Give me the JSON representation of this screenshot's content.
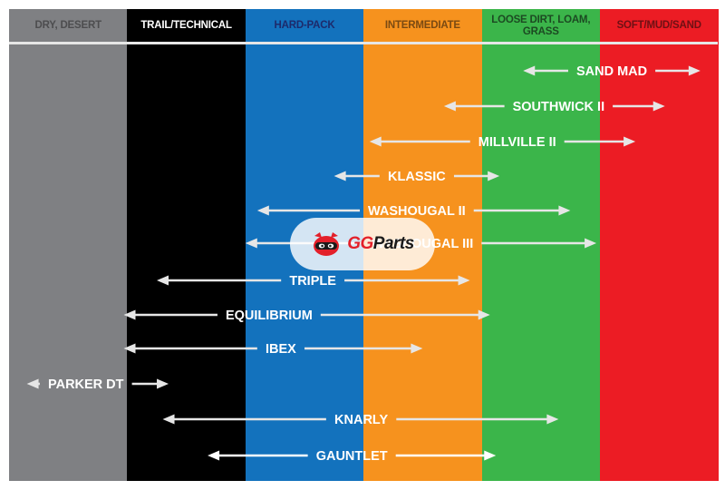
{
  "columns": [
    {
      "label": "DRY, DESERT",
      "bg": "#7f8083",
      "text_color": "#4d4d4f"
    },
    {
      "label": "TRAIL/TECHNICAL",
      "bg": "#000000",
      "text_color": "#ffffff"
    },
    {
      "label": "HARD-PACK",
      "bg": "#1372bd",
      "text_color": "#1d2a6b"
    },
    {
      "label": "INTERMEDIATE",
      "bg": "#f6921e",
      "text_color": "#7a4a12"
    },
    {
      "label": "LOOSE DIRT, LOAM, GRASS",
      "bg": "#3bb54a",
      "text_color": "#1c4a22"
    },
    {
      "label": "SOFT/MUD/SAND",
      "bg": "#ec1c24",
      "text_color": "#6e1014"
    }
  ],
  "tires": [
    {
      "name": "SAND MAD",
      "from": 4.35,
      "to": 5.85,
      "label_at": 5.1
    },
    {
      "name": "SOUTHWICK II",
      "from": 3.68,
      "to": 5.55,
      "label_at": 4.65
    },
    {
      "name": "MILLVILLE II",
      "from": 3.05,
      "to": 5.3,
      "label_at": 4.3
    },
    {
      "name": "KLASSIC",
      "from": 2.75,
      "to": 4.15,
      "label_at": 3.45
    },
    {
      "name": "WASHOUGAL II",
      "from": 2.1,
      "to": 4.75,
      "label_at": 3.45
    },
    {
      "name": "WASHOUGAL III",
      "from": 2.0,
      "to": 4.97,
      "label_at": 3.5
    },
    {
      "name": "TRIPLE",
      "from": 1.25,
      "to": 3.9,
      "label_at": 2.57
    },
    {
      "name": "EQUILIBRIUM",
      "from": 0.97,
      "to": 4.07,
      "label_at": 2.2
    },
    {
      "name": "IBEX",
      "from": 0.97,
      "to": 3.5,
      "label_at": 2.3
    },
    {
      "name": "PARKER DT",
      "from": 0.15,
      "to": 1.35,
      "label_at": 0.65
    },
    {
      "name": "KNARLY",
      "from": 1.3,
      "to": 4.65,
      "label_at": 2.98
    },
    {
      "name": "GAUNTLET",
      "from": 1.68,
      "to": 4.12,
      "label_at": 2.9
    }
  ],
  "logo": {
    "text_red": "GG",
    "text_dark": "Parts",
    "mark": "ninja-mascot-icon"
  },
  "arrow_color": "#e6e6e6",
  "gauntlet_arrow_color": "#ffffff"
}
